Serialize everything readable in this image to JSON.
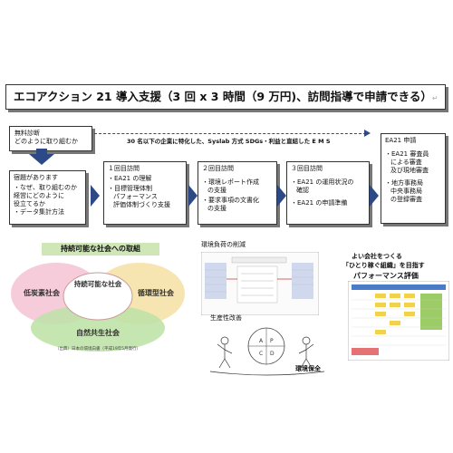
{
  "title": "エコアクション 21 導入支援（3 回 x 3 時間（9 万円)、訪問指導で申請できる）",
  "return_mark": "↵",
  "consultation": {
    "lines": [
      "無料診断",
      "どのように取り組むか"
    ]
  },
  "dashed_caption": "30 名以下の企業に特化した、Syslab 方式 SDGs・利益と直結した E M S",
  "explanation": {
    "head": "宿題があります",
    "items": [
      "・なぜ、取り組むのか",
      "経営にどのように",
      "役立てるか",
      "・データ集計方法"
    ]
  },
  "visit1": {
    "head": "１回目訪問",
    "items": [
      "・EA21 の理解",
      "・目標管理体制",
      "パフォーマンス",
      "評価体制づくり支援"
    ]
  },
  "visit2": {
    "head": "２回目訪問",
    "items": [
      "・環境レポート作成",
      "の支援",
      "・要求事項の文書化",
      "の支援"
    ]
  },
  "visit3": {
    "head": "３回目訪問",
    "items": [
      "・EA21 の運用状況の",
      "確認",
      "・EA21 の申請準備"
    ]
  },
  "application": {
    "head": "EA21 申請",
    "items": [
      "・EA21 審査員",
      "による審査",
      "及び現地審査",
      "・地方事務局",
      "中央事務局",
      "の登録審査"
    ]
  },
  "sustainable": {
    "title": "持続可能な社会への取組",
    "center": "持続可能な社会",
    "low_carbon": "低炭素社会",
    "circular": "循環型社会",
    "nature": "自然共生社会",
    "source": "（出典）日本の環境白書（平成19年5月発行）"
  },
  "env_load": "環境負荷の削減",
  "productivity": "生産性改善",
  "env_conservation": "環境保全",
  "good_company": "よい会社をつくる",
  "earning_org": "「ひとり稼ぐ組織」を目指す",
  "performance": "パフォーマンス評価"
}
